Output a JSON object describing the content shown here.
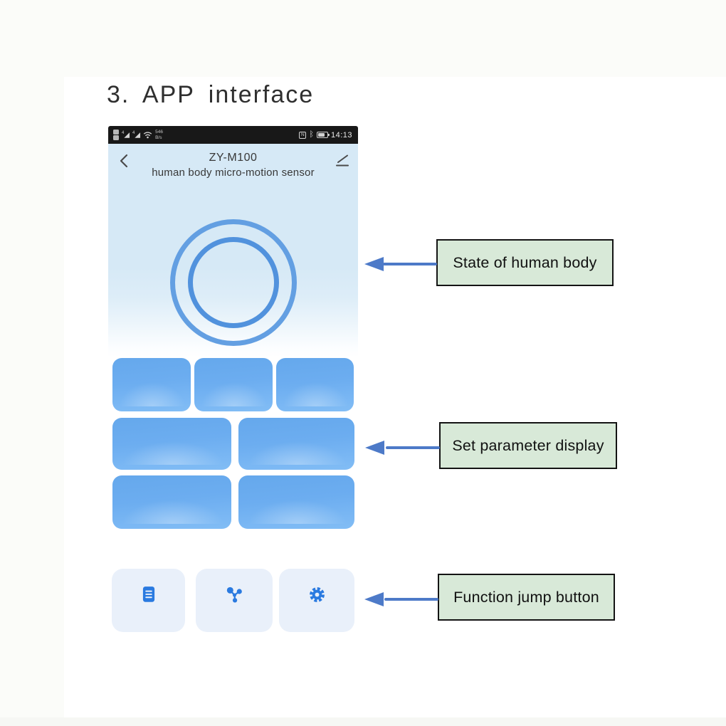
{
  "page": {
    "title": "3. APP interface"
  },
  "phone": {
    "status_bar": {
      "time": "14:13",
      "nfc_label": "N",
      "bluetooth_glyph": "ᛒ",
      "speed_top": "546",
      "speed_bottom": "B/s",
      "signal_badge": "4"
    },
    "header": {
      "title": "ZY-M100",
      "subtitle": "human body micro-motion sensor"
    },
    "state_display": {
      "type": "concentric-rings",
      "ring_count": 2
    },
    "parameter_tiles": {
      "row1_count": 3,
      "row2_count": 2,
      "row3_count": 2
    },
    "function_buttons": [
      {
        "icon": "document-icon"
      },
      {
        "icon": "network-icon"
      },
      {
        "icon": "gear-icon"
      }
    ]
  },
  "annotations": [
    {
      "label": "State of human body"
    },
    {
      "label": "Set parameter display"
    },
    {
      "label": "Function jump button"
    }
  ],
  "colors": {
    "tile_blue": "#6fb0f1",
    "ring_outer": "#639fe2",
    "ring_inner": "#5192dd",
    "icon_blue": "#2a7ae0",
    "header_blue": "#d6e9f6",
    "annotation_green": "#d8e9d8",
    "arrow_blue": "#4d7ac8",
    "status_bar_black": "#181818"
  }
}
